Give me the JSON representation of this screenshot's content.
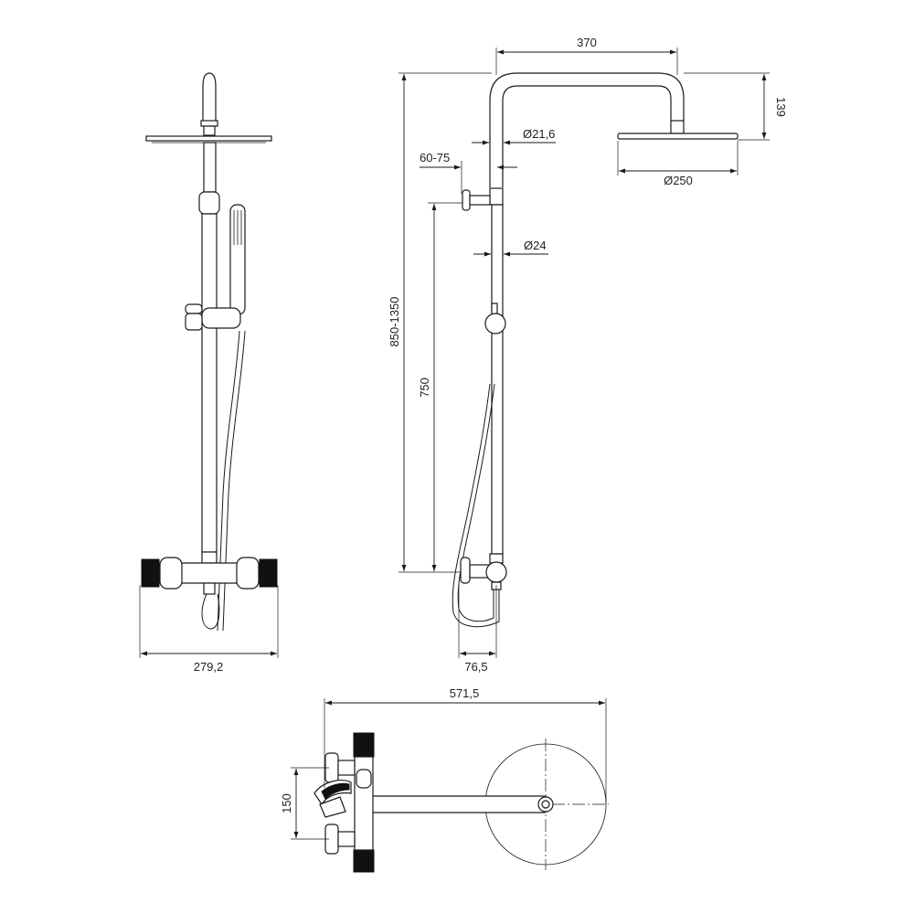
{
  "dimensions": {
    "front_width": "279,2",
    "arm_length": "370",
    "head_height": "139",
    "pipe_upper_diameter": "Ø21,6",
    "wall_offset": "60-75",
    "head_diameter": "Ø250",
    "pipe_lower_diameter": "Ø24",
    "total_height": "850-1350",
    "slide_height": "750",
    "outlet_depth": "76,5",
    "top_width": "571,5",
    "inlet_spacing": "150"
  }
}
